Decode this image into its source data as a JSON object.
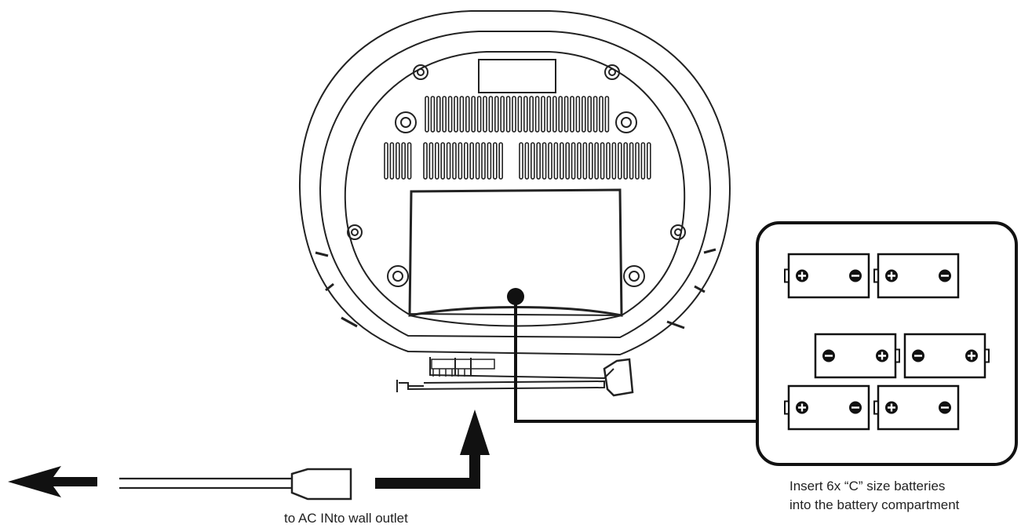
{
  "diagram": {
    "ac_caption": "to AC INto wall outlet",
    "battery_caption_line1": "Insert 6x “C” size batteries",
    "battery_caption_line2": "into the battery compartment",
    "batteries": [
      {
        "plus": "left"
      },
      {
        "plus": "left"
      },
      {
        "plus": "right"
      },
      {
        "plus": "right"
      },
      {
        "plus": "left"
      },
      {
        "plus": "left"
      }
    ],
    "colors": {
      "line": "#111111",
      "background": "#ffffff"
    }
  }
}
